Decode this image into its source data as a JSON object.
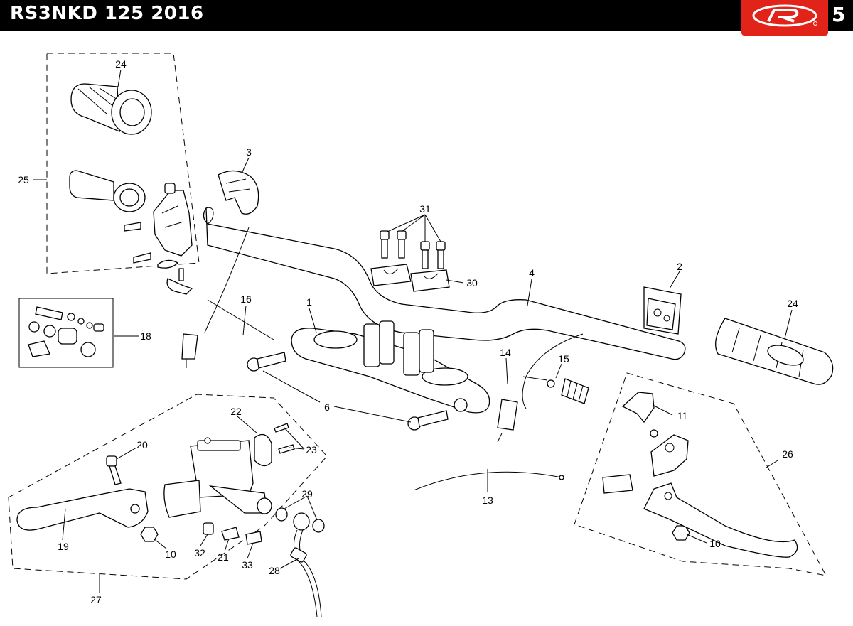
{
  "header": {
    "title": "RS3NKD 125 2016",
    "page_number": "5",
    "brand_color": "#e2231a"
  },
  "callouts": {
    "c1": "1",
    "c2": "2",
    "c3": "3",
    "c4": "4",
    "c6": "6",
    "c10a": "10",
    "c10b": "10",
    "c11": "11",
    "c13": "13",
    "c14": "14",
    "c15": "15",
    "c16": "16",
    "c18": "18",
    "c19": "19",
    "c20": "20",
    "c21": "21",
    "c22": "22",
    "c23": "23",
    "c24a": "24",
    "c24b": "24",
    "c25": "25",
    "c26": "26",
    "c27": "27",
    "c28": "28",
    "c29": "29",
    "c30": "30",
    "c31": "31",
    "c32": "32",
    "c33": "33"
  }
}
